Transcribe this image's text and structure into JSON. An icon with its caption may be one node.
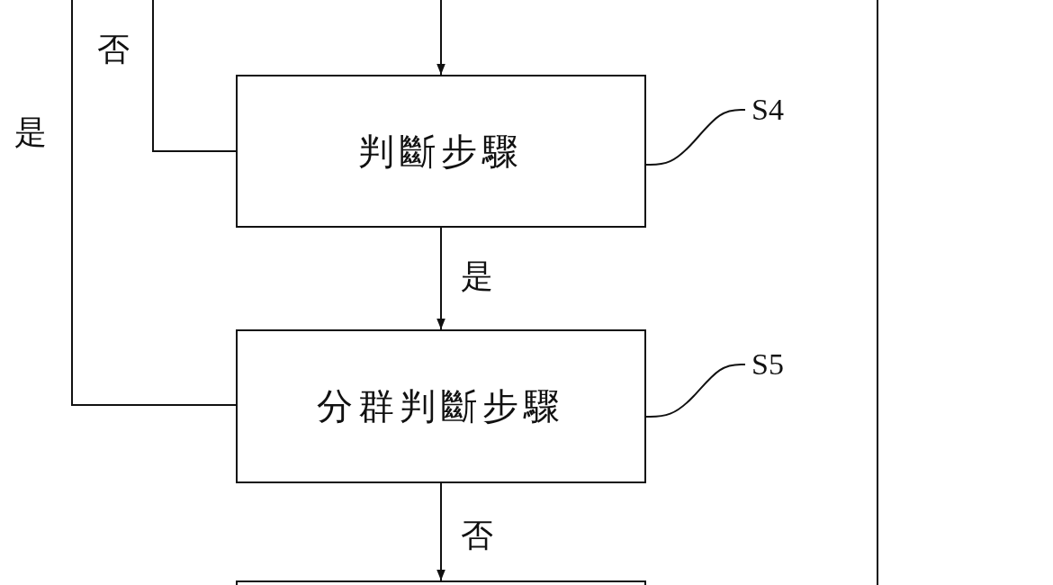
{
  "diagram": {
    "nodes": [
      {
        "text": [
          "判斷步驟"
        ]
      },
      {
        "text": [
          "S4"
        ]
      },
      {
        "text": [
          "分群判斷步驟"
        ]
      },
      {
        "text": [
          "S5"
        ]
      },
      {
        "text": [],
        "shape": "box"
      }
    ],
    "edges": [
      {
        "from": null,
        "to": 0,
        "arrow": "to"
      },
      {
        "from": 0,
        "to": null,
        "arrow": "none",
        "label": "否"
      },
      {
        "from": 1,
        "to": 0,
        "arrow": "none"
      },
      {
        "from": 0,
        "to": 2,
        "arrow": "to",
        "label": "是"
      },
      {
        "from": 2,
        "to": null,
        "arrow": "none",
        "label": "是"
      },
      {
        "from": 3,
        "to": 2,
        "arrow": "none"
      },
      {
        "from": 2,
        "to": 4,
        "arrow": "to",
        "label": "否"
      }
    ]
  }
}
